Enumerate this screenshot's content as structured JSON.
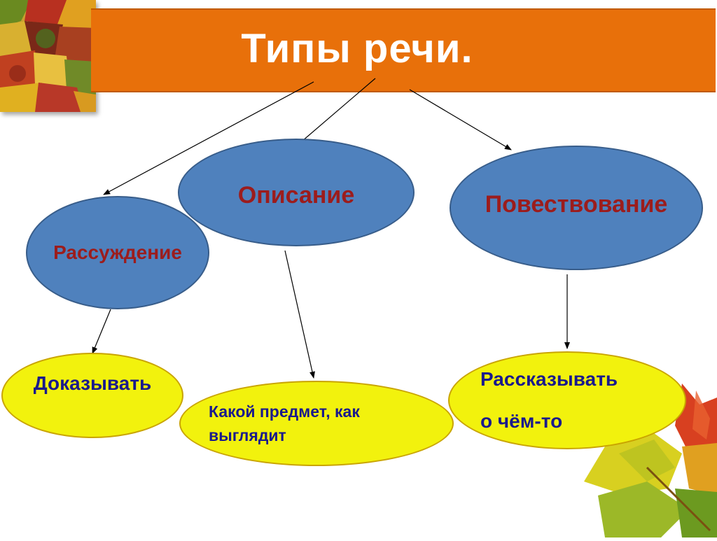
{
  "slide": {
    "title": "Типы речи.",
    "types": {
      "opisanie": "Описание",
      "rassuzhdenie": "Рассуждение",
      "povestvovanie": "Повествование"
    },
    "purposes": {
      "dokazyvat": "Доказывать",
      "kakoy_predmet_line1": "Какой предмет, как",
      "kakoy_predmet_line2": "выглядит",
      "rasskazyvat_line1": "Рассказывать",
      "rasskazyvat_line2": "о чём-то"
    }
  },
  "colors": {
    "header": "#e8700a",
    "type_ellipse": "#4f81bd",
    "type_text": "#9c1c1c",
    "purpose_ellipse": "#f2f20d",
    "purpose_text": "#1a1a8c"
  }
}
